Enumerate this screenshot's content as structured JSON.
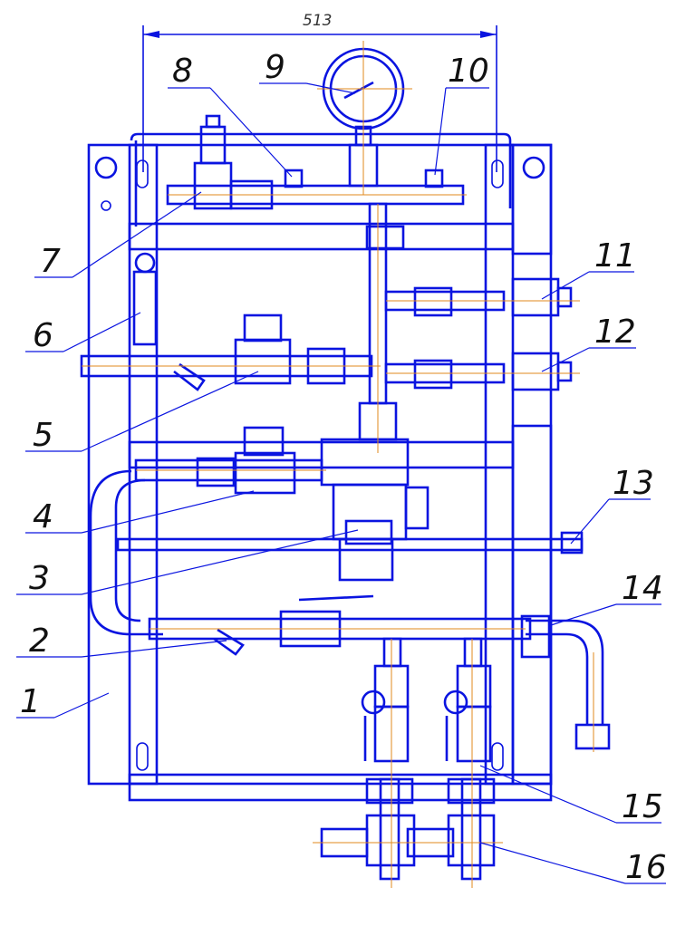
{
  "drawing": {
    "overall_width_dimension": "513",
    "colors": {
      "outline": "#0a14e0",
      "centerline": "#e08a1e",
      "text": "#111111"
    },
    "callouts": [
      {
        "id": "1",
        "label": "1"
      },
      {
        "id": "2",
        "label": "2"
      },
      {
        "id": "3",
        "label": "3"
      },
      {
        "id": "4",
        "label": "4"
      },
      {
        "id": "5",
        "label": "5"
      },
      {
        "id": "6",
        "label": "6"
      },
      {
        "id": "7",
        "label": "7"
      },
      {
        "id": "8",
        "label": "8"
      },
      {
        "id": "9",
        "label": "9"
      },
      {
        "id": "10",
        "label": "10"
      },
      {
        "id": "11",
        "label": "11"
      },
      {
        "id": "12",
        "label": "12"
      },
      {
        "id": "13",
        "label": "13"
      },
      {
        "id": "14",
        "label": "14"
      },
      {
        "id": "15",
        "label": "15"
      },
      {
        "id": "16",
        "label": "16"
      }
    ]
  }
}
